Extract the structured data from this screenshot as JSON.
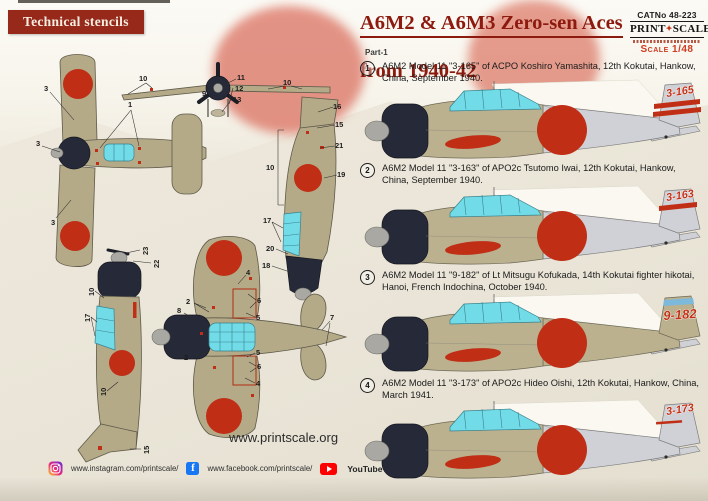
{
  "left_panel": {
    "header_label": "Technical stencils",
    "website": "www.printscale.org",
    "callouts": [
      "3",
      "1",
      "3",
      "3",
      "10",
      "9",
      "11",
      "12",
      "13",
      "10",
      "16",
      "15",
      "21",
      "19",
      "10",
      "17",
      "20",
      "18",
      "23",
      "22",
      "10",
      "17",
      "10",
      "15",
      "4",
      "2",
      "6",
      "5",
      "8",
      "2",
      "5",
      "6",
      "4",
      "7"
    ]
  },
  "header": {
    "title_line1": "A6M2 & A6M3 Zero-sen Aces",
    "title_line2": "from 1940-42",
    "part_label": "Part-1",
    "catalog_number": "CATNo 48-223",
    "brand_name_left": "PRINT",
    "brand_name_right": "SCALE",
    "scale_label": "Scale 1/48"
  },
  "profiles": [
    {
      "number": "1",
      "tail_code": "3-165",
      "description": "A6M2 Model 11 \"3-165\" of ACPO Koshiro Yamashita, 12th Kokutai, Hankow, China, September 1940."
    },
    {
      "number": "2",
      "tail_code": "3-163",
      "description": "A6M2 Model 11 \"3-163\" of APO2c Tsutomo Iwai, 12th Kokutai, Hankow, China, September 1940."
    },
    {
      "number": "3",
      "tail_code": "9-182",
      "description": "A6M2 Model 11 \"9-182\" of Lt Mitsugu Kofukada, 14th Kokutai fighter hikotai, Hanoi, French Indochina, October 1940."
    },
    {
      "number": "4",
      "tail_code": "3-173",
      "description": "A6M2 Model 11 \"3-173\" of APO2c Hideo Oishi, 12th Kokutai, Hankow, China, March 1941."
    }
  ],
  "footer": {
    "instagram_url": "www.instagram.com/printscale/",
    "facebook_url": "www.facebook.com/printscale/",
    "youtube_label": "YouTube"
  },
  "colors": {
    "header_box_red": "#97291b",
    "title_red": "#8c1a0f",
    "hinomaru_red": "#bf2e15",
    "tail_code_red": "#c23318",
    "khaki": "#bcb18e",
    "rear_fuselage_grey": "#d0d1d7",
    "canopy_cyan": "#72dbe8",
    "cowling_dark": "#262a38",
    "scale_label_red": "#ce3b20",
    "flag_disc_salmon": "#db7160",
    "facebook_blue": "#1877f2",
    "youtube_red": "#ff0000",
    "paper_beige": "#eae5d8"
  }
}
